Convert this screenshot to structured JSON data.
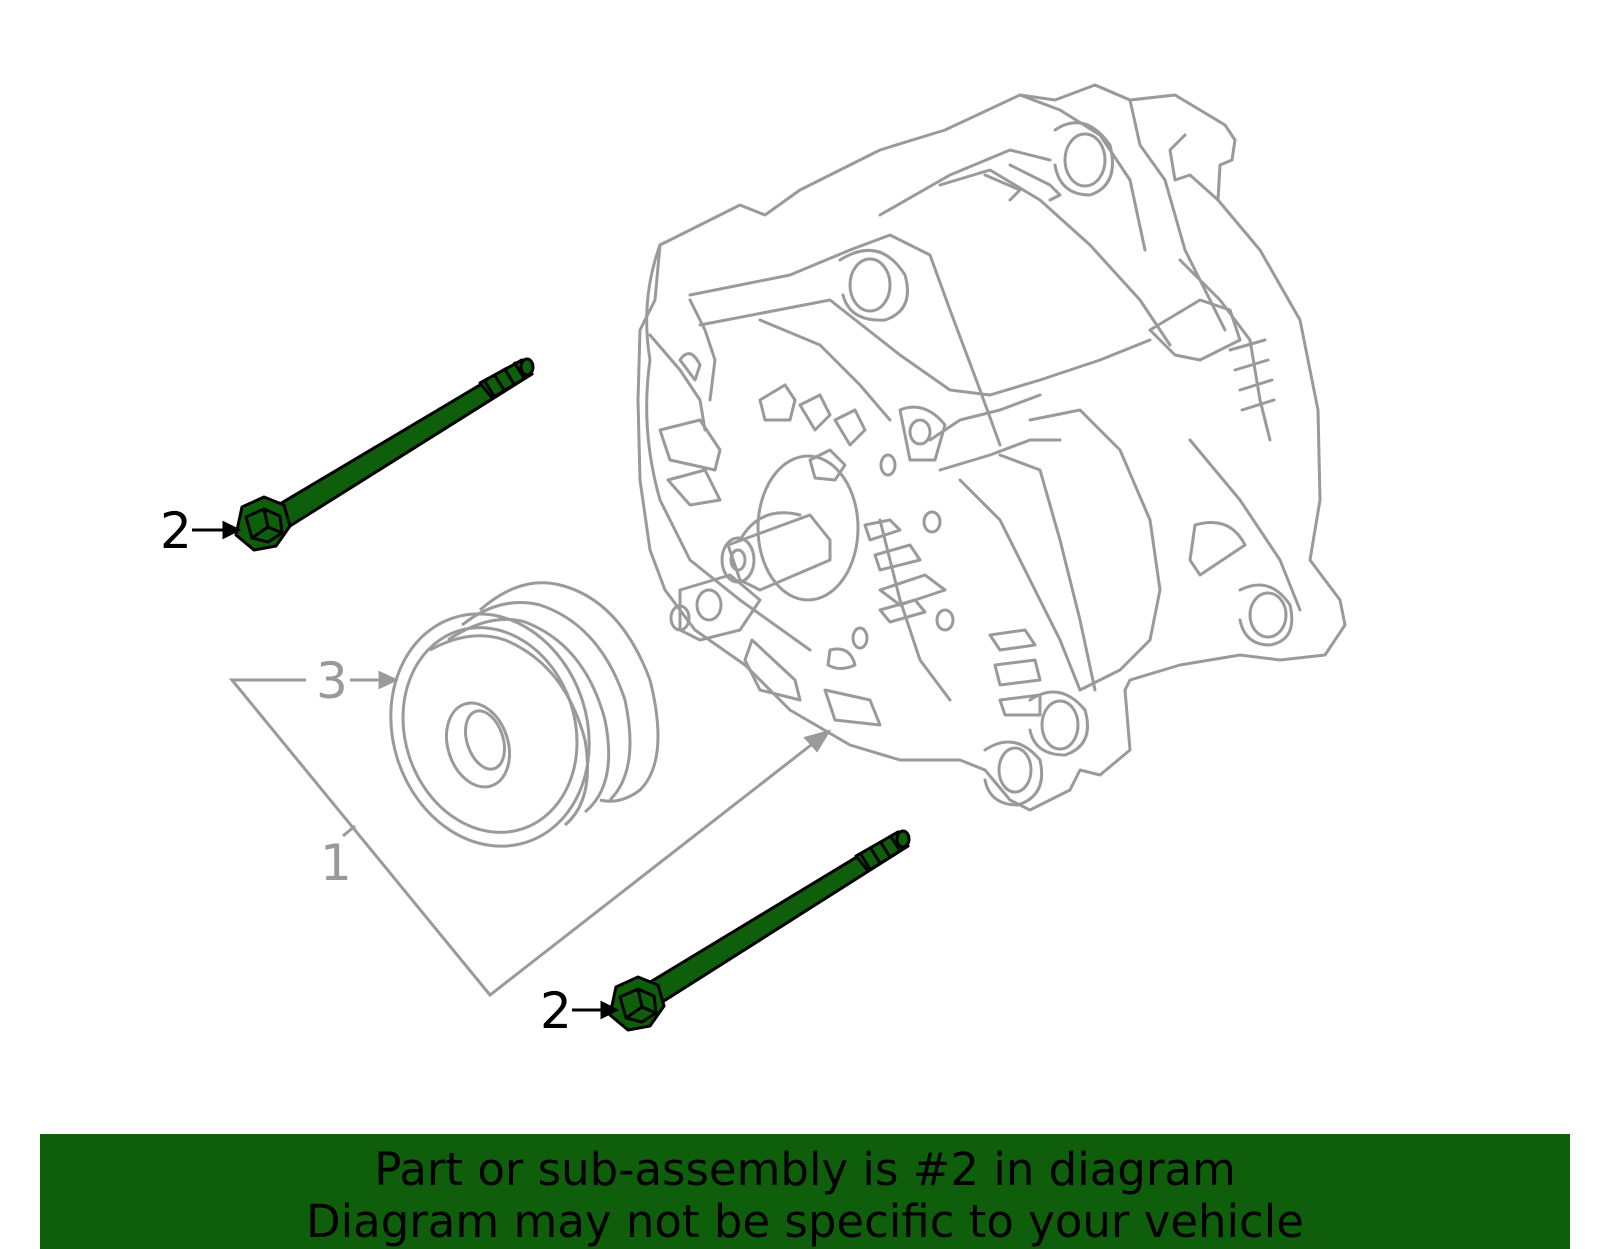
{
  "colors": {
    "highlight": "#0f5e0b",
    "outline": "#9a9a9a",
    "active_label": "#000000",
    "inactive_label": "#999999"
  },
  "callouts": {
    "bolt_upper": "2",
    "bolt_lower": "2",
    "pulley": "3",
    "assembly": "1"
  },
  "banner": {
    "line1": "Part or sub-assembly is #2 in diagram",
    "line2": "Diagram may not be specific to your vehicle"
  }
}
